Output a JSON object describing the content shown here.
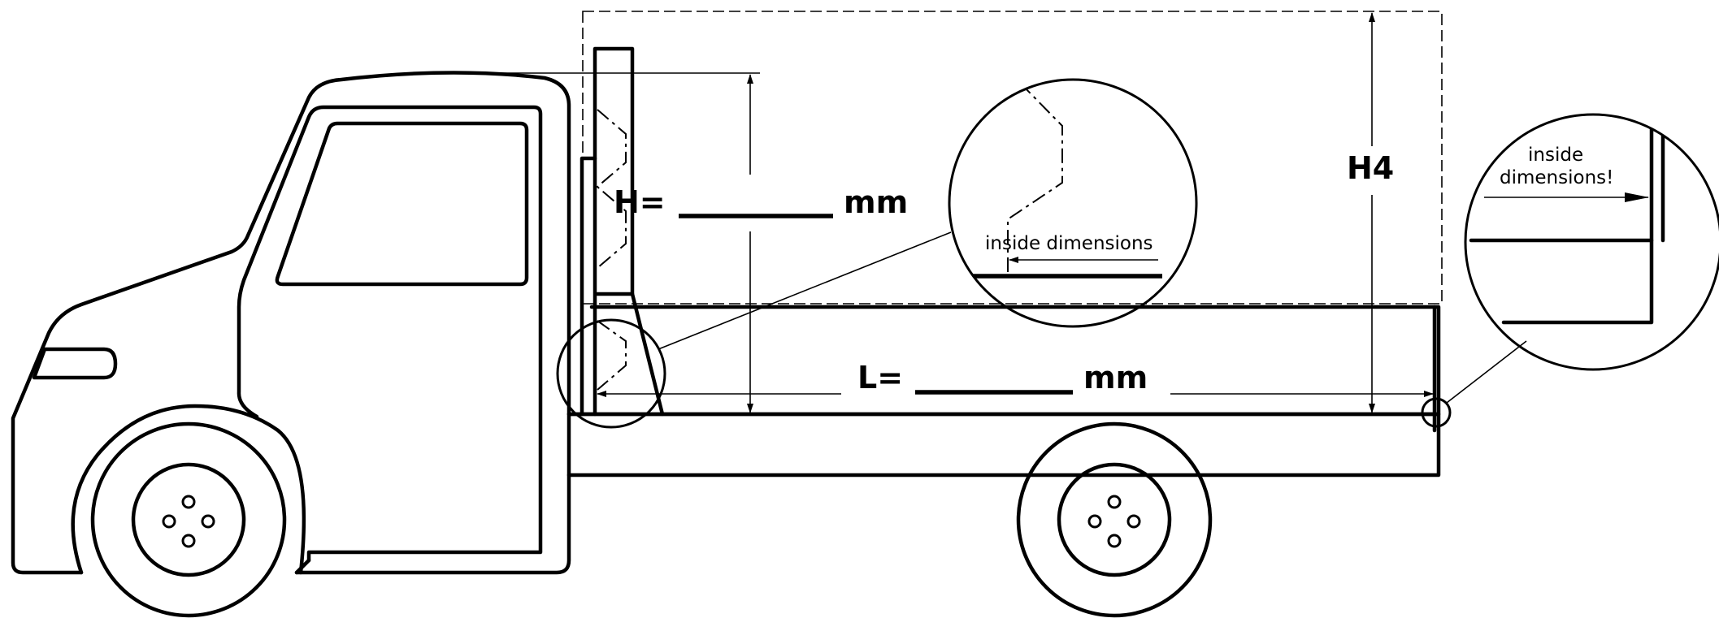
{
  "labels": {
    "height_prefix": "H=",
    "height_unit": "mm",
    "length_prefix": "L=",
    "length_unit": "mm",
    "h4": "H4",
    "detail_left": "inside dimensions",
    "detail_right_line1": "inside",
    "detail_right_line2": "dimensions!"
  }
}
